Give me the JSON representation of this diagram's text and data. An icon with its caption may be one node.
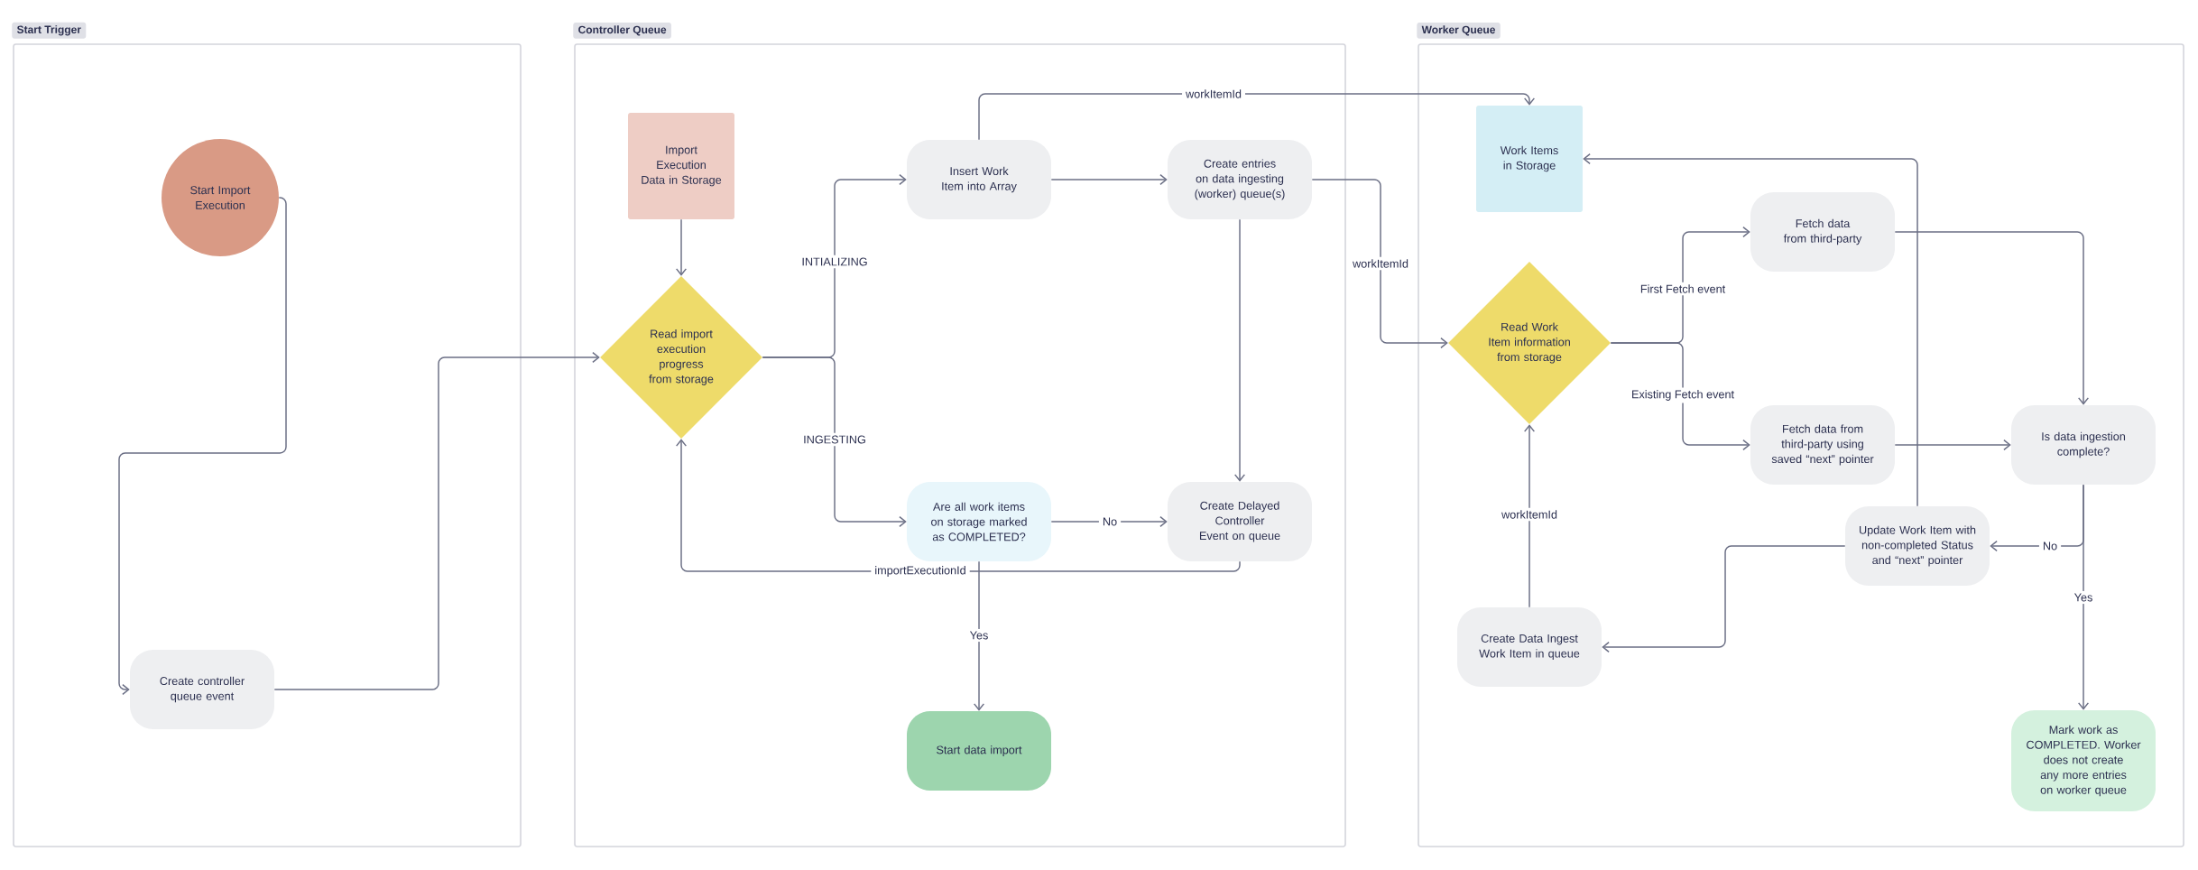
{
  "diagram": {
    "nodes": [
      {
        "text": [
          "Start Trigger"
        ]
      },
      {
        "text": [
          "Start Import Execution"
        ],
        "in": 0
      },
      {
        "text": [
          "Create controller queue event"
        ],
        "in": 0
      },
      {
        "text": [
          "Controller Queue"
        ]
      },
      {
        "text": [
          "Import Execution Data in Storage"
        ],
        "in": 3
      },
      {
        "text": [
          "Read import execution progress from storage"
        ],
        "in": 3
      },
      {
        "text": [
          "Insert Work Item into Array"
        ],
        "in": 3
      },
      {
        "text": [
          "Create entries on data ingesting (worker) queue(s)"
        ],
        "in": 3
      },
      {
        "text": [
          "Are all work items on storage marked as COMPLETED?"
        ],
        "in": 3
      },
      {
        "text": [
          "Create Delayed Controller Event on queue"
        ],
        "in": 3
      },
      {
        "text": [
          "Start data import"
        ],
        "in": 3
      },
      {
        "text": [
          "Worker Queue"
        ]
      },
      {
        "text": [
          "Work Items in Storage"
        ],
        "in": 11
      },
      {
        "text": [
          "Read Work Item information from storage"
        ],
        "in": 11
      },
      {
        "text": [
          "Fetch data from third-party"
        ],
        "in": 11
      },
      {
        "text": [
          "Fetch data from third-party using saved “next” pointer"
        ],
        "in": 11
      },
      {
        "text": [
          "Is data ingestion complete?"
        ],
        "in": 11
      },
      {
        "text": [
          "Update Work Item with non-completed Status and “next” pointer"
        ],
        "in": 11
      },
      {
        "text": [
          "Create Data Ingest Work Item in queue"
        ],
        "in": 11
      },
      {
        "text": [
          "Mark work as COMPLETED. Worker does not create any more entries on worker queue"
        ],
        "in": 11
      }
    ],
    "edges": [
      {
        "from": 1,
        "to": 2,
        "arrow": "to"
      },
      {
        "from": 2,
        "to": 5,
        "arrow": "to"
      },
      {
        "from": 4,
        "to": 5,
        "arrow": "to"
      },
      {
        "from": 5,
        "to": 6,
        "arrow": "to",
        "label": "INTIALIZING"
      },
      {
        "from": 5,
        "to": 8,
        "arrow": "to",
        "label": "INGESTING"
      },
      {
        "from": 6,
        "to": 7,
        "arrow": "to"
      },
      {
        "from": 6,
        "to": 12,
        "arrow": "to",
        "label": "workItemId"
      },
      {
        "from": 7,
        "to": 9,
        "arrow": "to"
      },
      {
        "from": 7,
        "to": 13,
        "arrow": "to",
        "label": "workItemId"
      },
      {
        "from": 8,
        "to": 9,
        "arrow": "to",
        "label": "No"
      },
      {
        "from": 9,
        "to": 5,
        "arrow": "to",
        "label": "importExecutionId"
      },
      {
        "from": 8,
        "to": 10,
        "arrow": "to",
        "label": "Yes"
      },
      {
        "from": 13,
        "to": 14,
        "arrow": "to",
        "label": "First Fetch event"
      },
      {
        "from": 13,
        "to": 15,
        "arrow": "to",
        "label": "Existing Fetch event"
      },
      {
        "from": 14,
        "to": 16,
        "arrow": "to"
      },
      {
        "from": 15,
        "to": 16,
        "arrow": "to"
      },
      {
        "from": 16,
        "to": 17,
        "arrow": "to",
        "label": "No"
      },
      {
        "from": 16,
        "to": 19,
        "arrow": "to",
        "label": "Yes"
      },
      {
        "from": 17,
        "to": 12,
        "arrow": "to"
      },
      {
        "from": 17,
        "to": 18,
        "arrow": "to"
      },
      {
        "from": 18,
        "to": 13,
        "arrow": "to",
        "label": "workItemId"
      }
    ]
  }
}
